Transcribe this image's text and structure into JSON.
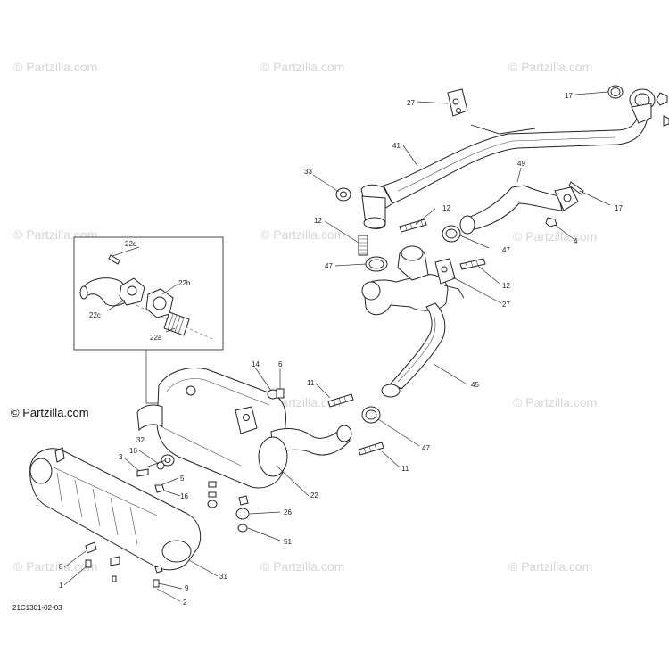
{
  "watermark_text": "© Partzilla.com",
  "brand_text": "© Partzilla.com",
  "diagram_code": "21C1301-02-03",
  "callouts": {
    "c27_top": "27",
    "c17_top": "17",
    "c41": "41",
    "c33": "33",
    "c49": "49",
    "c17_right": "17",
    "c12_left": "12",
    "c12_mid": "12",
    "c47_top": "47",
    "c47_left": "47",
    "c4": "4",
    "c12_right": "12",
    "c27_right": "27",
    "c45": "45",
    "c22d": "22d",
    "c22b": "22b",
    "c22c": "22c",
    "c22a": "22a",
    "c14": "14",
    "c6": "6",
    "c11_top": "11",
    "c47_bottom": "47",
    "c11_bottom": "11",
    "c32": "32",
    "c10": "10",
    "c3": "3",
    "c5": "5",
    "c16": "16",
    "c22": "22",
    "c26": "26",
    "c51": "51",
    "c31": "31",
    "c8": "8",
    "c1": "1",
    "c9": "9",
    "c2": "2"
  }
}
